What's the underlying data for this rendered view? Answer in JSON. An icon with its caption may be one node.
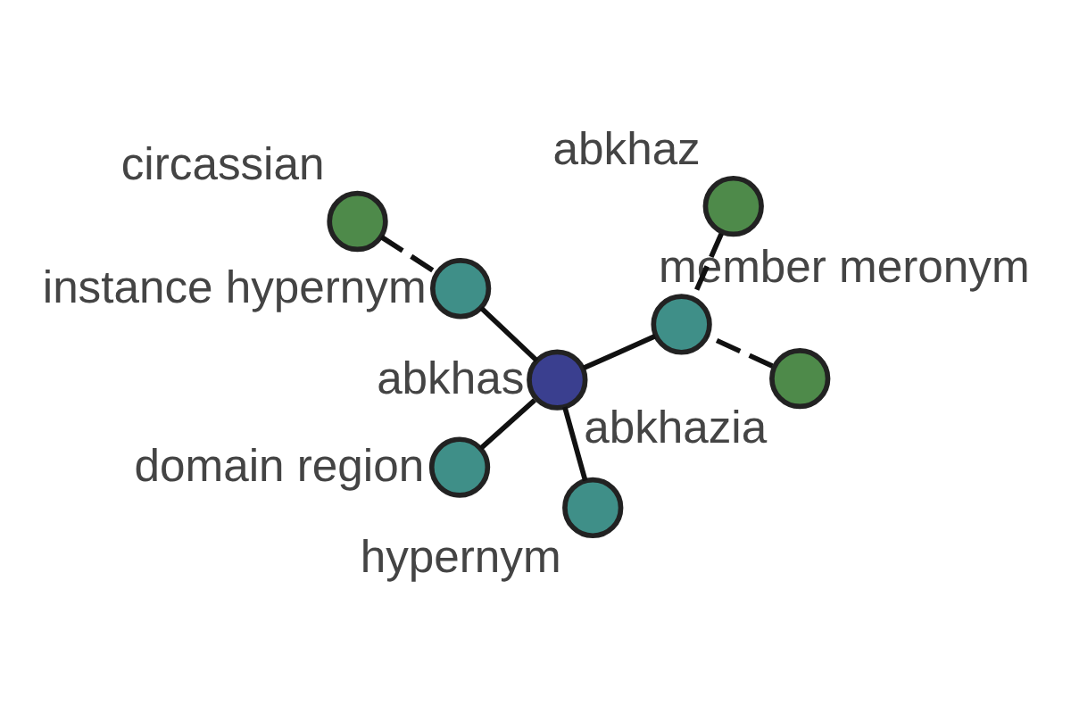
{
  "diagram": {
    "nodes": [
      {
        "text": [
          "circassian"
        ]
      },
      {
        "text": [
          "abkhaz"
        ]
      },
      {
        "text": [
          "abkhazia"
        ]
      },
      {
        "text": [
          "member meronym"
        ]
      },
      {
        "text": [
          "instance hypernym"
        ]
      },
      {
        "text": [
          "abkhas"
        ]
      },
      {
        "text": [
          "domain region"
        ]
      },
      {
        "text": [
          "hypernym"
        ]
      }
    ],
    "edges": [
      {
        "from": 0,
        "to": 4,
        "arrow": "none",
        "style": "dashed"
      },
      {
        "from": 1,
        "to": 3,
        "arrow": "none",
        "style": "dashed"
      },
      {
        "from": 2,
        "to": 3,
        "arrow": "none",
        "style": "dashed"
      },
      {
        "from": 3,
        "to": 5,
        "arrow": "none"
      },
      {
        "from": 4,
        "to": 5,
        "arrow": "none"
      },
      {
        "from": 5,
        "to": 6,
        "arrow": "none"
      },
      {
        "from": 5,
        "to": 7,
        "arrow": "none"
      }
    ]
  }
}
